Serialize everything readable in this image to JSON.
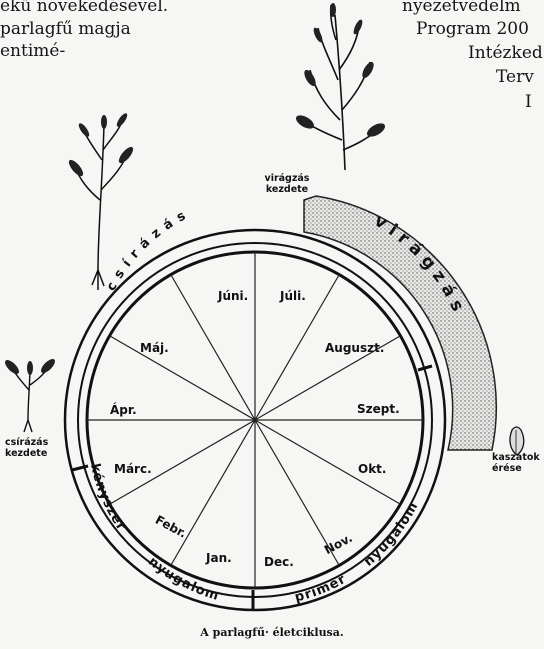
{
  "text_fragments": {
    "left_line1": "ekű növekedésével.",
    "left_line2": "parlagfű magja",
    "left_line3": "entimé-",
    "right_line1": "nyezetvédelm",
    "right_line2": "Program 200",
    "right_line3": "Intézked",
    "right_line4": "Terv",
    "right_line5": "I"
  },
  "labels": {
    "flowering_start": "virágzás kezdete",
    "germination_start": "csírázás kezdete",
    "seed_ripening": "kaszatok érése"
  },
  "months": [
    "Júni.",
    "Júli.",
    "Auguszt.",
    "Szept.",
    "Okt.",
    "Nov.",
    "Dec.",
    "Jan.",
    "Febr.",
    "Márc.",
    "Ápr.",
    "Máj."
  ],
  "phases": {
    "germination": "c s í r á z á s",
    "flowering": "v i r á g z á s",
    "forced_dormancy_1": "kényszer",
    "forced_dormancy_2": "nyugalom",
    "primary_dormancy_1": "primer",
    "primary_dormancy_2": "nyugalom"
  },
  "caption": "A parlagfű· életciklusa."
}
